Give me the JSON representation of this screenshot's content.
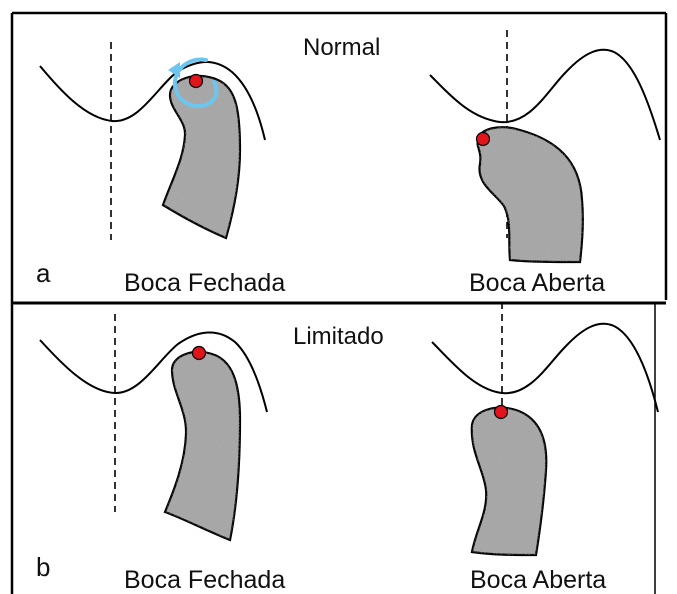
{
  "panels": [
    {
      "letter": "a",
      "title": "Normal",
      "left_caption": "Boca Fechada",
      "right_caption": "Boca Aberta"
    },
    {
      "letter": "b",
      "title": "Limitado",
      "left_caption": "Boca Fechada",
      "right_caption": "Boca Aberta"
    }
  ],
  "colors": {
    "condyle_fill": "#a9a9a9",
    "contact_point": "#e0141b",
    "rotation_arrow": "#6cc6ef",
    "outline": "#000000"
  },
  "icons": {
    "rotation": "rotation-arrow-icon",
    "contact": "contact-point-icon"
  }
}
